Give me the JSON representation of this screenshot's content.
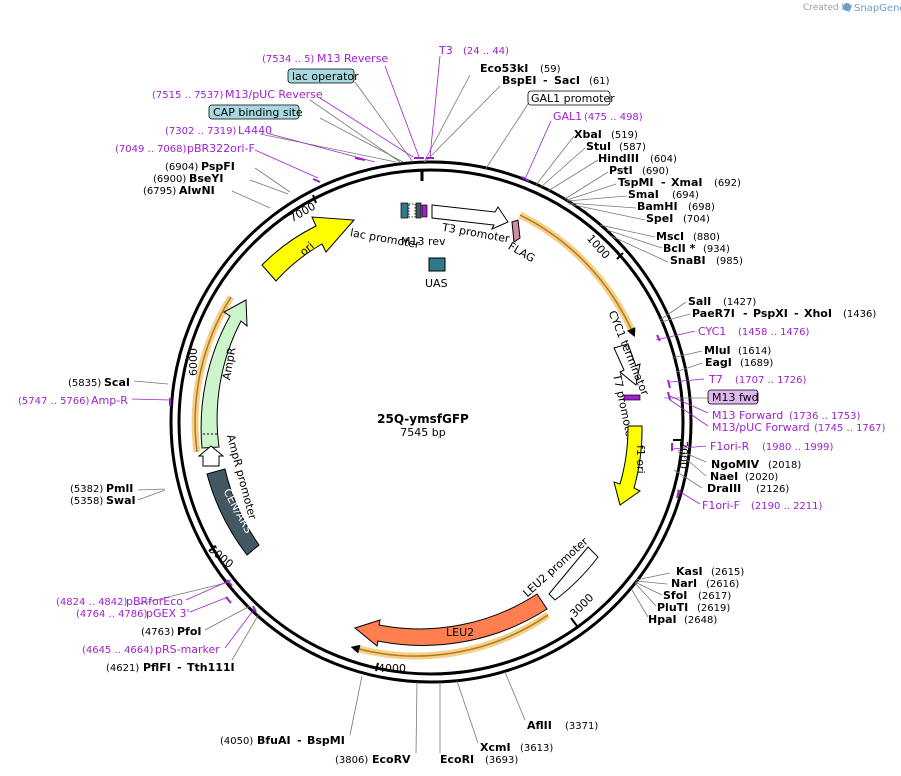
{
  "watermark": {
    "prefix": "Created by",
    "brand": "SnapGene"
  },
  "plasmid": {
    "name": "25Q-ymsfGFP",
    "size_label": "7545 bp"
  },
  "ticks": [
    "1000",
    "2000",
    "3000",
    "4000",
    "5000",
    "6000",
    "7000"
  ],
  "enzymes": {
    "eco53ki": {
      "name": "Eco53kI",
      "pos": "(59)"
    },
    "bspei": {
      "name": "BspEI",
      "sep": "-",
      "name2": "SacI",
      "pos": "(61)"
    },
    "xbai": {
      "name": "XbaI",
      "pos": "(519)"
    },
    "stui": {
      "name": "StuI",
      "pos": "(587)"
    },
    "hindiii": {
      "name": "HindIII",
      "pos": "(604)"
    },
    "psti": {
      "name": "PstI",
      "pos": "(690)"
    },
    "tspmi": {
      "name": "TspMI",
      "sep": "-",
      "name2": "XmaI",
      "pos": "(692)"
    },
    "smai": {
      "name": "SmaI",
      "pos": "(694)"
    },
    "bamhi": {
      "name": "BamHI",
      "pos": "(698)"
    },
    "spei": {
      "name": "SpeI",
      "pos": "(704)"
    },
    "msci": {
      "name": "MscI",
      "pos": "(880)"
    },
    "bcli": {
      "name": "BclI *",
      "pos": "(934)"
    },
    "snabi": {
      "name": "SnaBI",
      "pos": "(985)"
    },
    "sali": {
      "name": "SalI",
      "pos": "(1427)"
    },
    "paer7i": {
      "name": "PaeR7I",
      "sep": "-",
      "name2": "PspXI",
      "sep2": "-",
      "name3": "XhoI",
      "pos": "(1436)"
    },
    "mlui": {
      "name": "MluI",
      "pos": "(1614)"
    },
    "eagi": {
      "name": "EagI",
      "pos": "(1689)"
    },
    "ngomiv": {
      "name": "NgoMIV",
      "pos": "(2018)"
    },
    "naei": {
      "name": "NaeI",
      "pos": "(2020)"
    },
    "draiii": {
      "name": "DraIII",
      "pos": "(2126)"
    },
    "kasi": {
      "name": "KasI",
      "pos": "(2615)"
    },
    "nari": {
      "name": "NarI",
      "pos": "(2616)"
    },
    "sfoi": {
      "name": "SfoI",
      "pos": "(2617)"
    },
    "pluti": {
      "name": "PluTI",
      "pos": "(2619)"
    },
    "hpai": {
      "name": "HpaI",
      "pos": "(2648)"
    },
    "aflii": {
      "name": "AflII",
      "pos": "(3371)"
    },
    "xcmi": {
      "name": "XcmI",
      "pos": "(3613)"
    },
    "ecori": {
      "name": "EcoRI",
      "pos": "(3693)"
    },
    "ecorv": {
      "name": "EcoRV",
      "pos": "(3806)"
    },
    "bfuai": {
      "name": "BfuAI",
      "sep": "-",
      "name2": "BspMI",
      "pos": "(4050)"
    },
    "pflfi": {
      "name": "PflFI",
      "sep": "-",
      "name2": "Tth111I",
      "pos": "(4621)"
    },
    "pfoi": {
      "name": "PfoI",
      "pos": "(4763)"
    },
    "swai": {
      "name": "SwaI",
      "pos": "(5358)"
    },
    "pmli": {
      "name": "PmlI",
      "pos": "(5382)"
    },
    "scai": {
      "name": "ScaI",
      "pos": "(5835)"
    },
    "alwni": {
      "name": "AlwNI",
      "pos": "(6795)"
    },
    "bseyi": {
      "name": "BseYI",
      "pos": "(6900)"
    },
    "pspfi": {
      "name": "PspFI",
      "pos": "(6904)"
    }
  },
  "primers": {
    "m13rev": {
      "name": "M13 Reverse",
      "pos": "(7534 .. 5)"
    },
    "t3": {
      "name": "T3",
      "pos": "(24 .. 44)"
    },
    "m13puc_rev": {
      "name": "M13/pUC Reverse",
      "pos": "(7515 .. 7537)"
    },
    "l4440": {
      "name": "L4440",
      "pos": "(7302 .. 7319)"
    },
    "pbr322ori": {
      "name": "pBR322ori-F",
      "pos": "(7049 .. 7068)"
    },
    "gal1": {
      "name": "GAL1",
      "pos": "(475 .. 498)"
    },
    "cyc1": {
      "name": "CYC1",
      "pos": "(1458 .. 1476)"
    },
    "t7": {
      "name": "T7",
      "pos": "(1707 .. 1726)"
    },
    "m13fwd": {
      "name": "M13 fwd"
    },
    "m13forward": {
      "name": "M13 Forward",
      "pos": "(1736 .. 1753)"
    },
    "m13puc_fwd": {
      "name": "M13/pUC Forward",
      "pos": "(1745 .. 1767)"
    },
    "f1ori_r": {
      "name": "F1ori-R",
      "pos": "(1980 .. 1999)"
    },
    "f1ori_f": {
      "name": "F1ori-F",
      "pos": "(2190 .. 2211)"
    },
    "ampr_primer": {
      "name": "Amp-R",
      "pos": "(5747 .. 5766)"
    },
    "pbrforeco": {
      "name": "pBRforEco",
      "pos": "(4824 .. 4842)"
    },
    "pgex3": {
      "name": "pGEX 3'",
      "pos": "(4764 .. 4786)"
    },
    "prsmarker": {
      "name": "pRS-marker",
      "pos": "(4645 .. 4664)"
    }
  },
  "boxed_labels": {
    "lac_operator": "lac operator",
    "cap_site": "CAP binding site",
    "gal1_promoter": "GAL1 promoter"
  },
  "features": {
    "ori": "ori",
    "ampr": "AmpR",
    "ampr_promoter": "AmpR promoter",
    "cen_ars": "CEN/ARS",
    "lac_promoter": "lac promoter",
    "m13_rev": "M13 rev",
    "t3_promoter": "T3 promoter",
    "flag": "FLAG",
    "uas": "UAS",
    "cyc1_terminator": "CYC1 terminator",
    "t7_promoter": "T7 promoter",
    "f1_ori": "f1 ori",
    "leu2_promoter": "LEU2 promoter",
    "leu2": "LEU2"
  },
  "colors": {
    "ori": "#ffff00",
    "ampr": "#ccf5cc",
    "cen_ars": "#435862",
    "uas": "#2c7a8a",
    "flag": "#d98aa2",
    "leu2": "#ff7f50",
    "f1_ori": "#ffff00",
    "primer": "#a020d0",
    "orf_highlight": "#f5d08a",
    "boxed_fill": "#a8d8e0",
    "m13fwd_fill": "#e0b8f0"
  }
}
